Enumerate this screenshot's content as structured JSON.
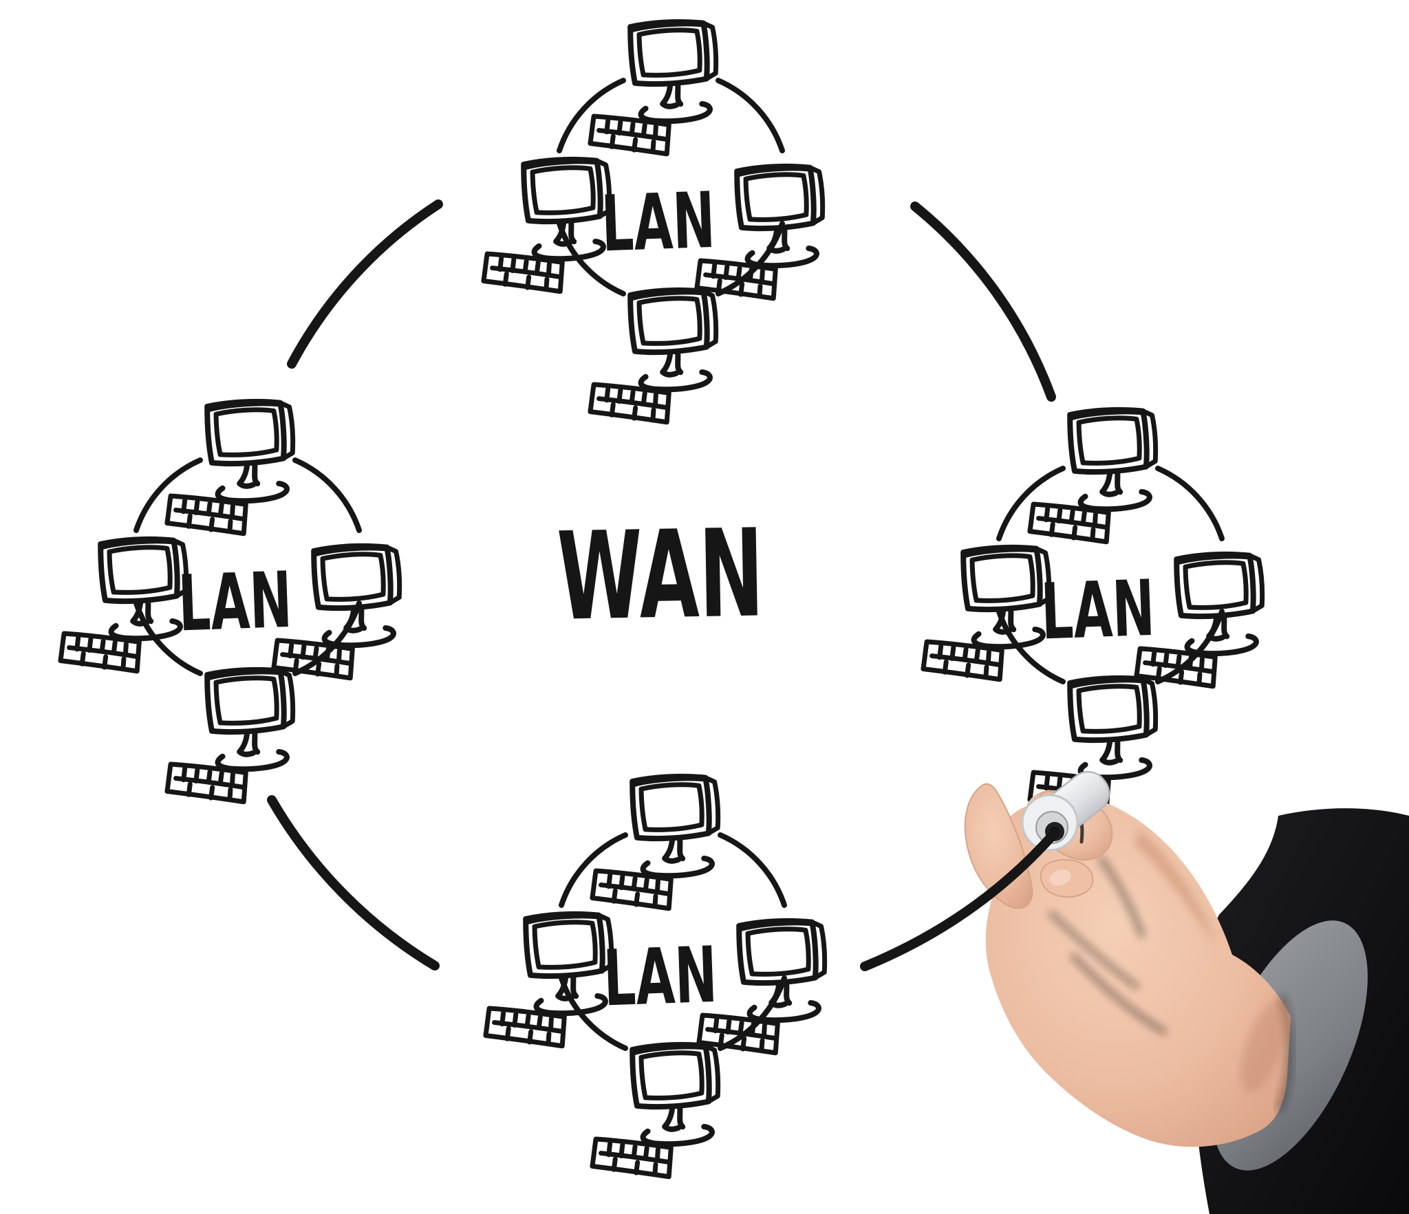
{
  "diagram": {
    "background_color": "#ffffff",
    "ink_color": "#161616",
    "center_label": "WAN",
    "clusters": [
      {
        "position": "top",
        "label": "LAN",
        "computers": 4
      },
      {
        "position": "left",
        "label": "LAN",
        "computers": 4
      },
      {
        "position": "right",
        "label": "LAN",
        "computers": 4
      },
      {
        "position": "bottom",
        "label": "LAN",
        "computers": 4
      }
    ],
    "hand": {
      "holding": "whiteboard marker",
      "marker_body_color": "#eceef0",
      "marker_tip_color": "#141414",
      "skin_color": "#eec1a8",
      "sleeve_color": "#17171a",
      "cuff_color": "#85888d"
    }
  }
}
